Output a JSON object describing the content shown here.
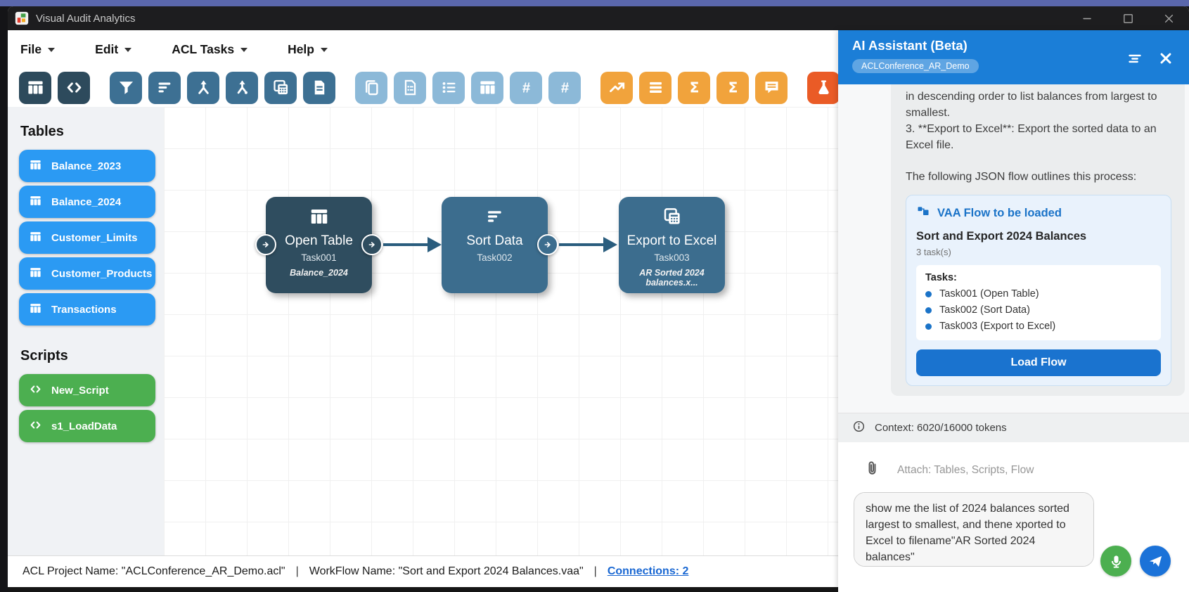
{
  "window": {
    "title": "Visual Audit Analytics"
  },
  "menu": {
    "items": [
      {
        "label": "File"
      },
      {
        "label": "Edit"
      },
      {
        "label": "ACL Tasks"
      },
      {
        "label": "Help"
      }
    ]
  },
  "toolbar": {
    "buttons": [
      {
        "name": "table",
        "icon": "table",
        "group": "dark"
      },
      {
        "name": "code",
        "icon": "code",
        "group": "dark"
      },
      {
        "name": "filter",
        "icon": "filter",
        "group": "steel"
      },
      {
        "name": "sort",
        "icon": "sort",
        "group": "steel"
      },
      {
        "name": "merge",
        "icon": "merge",
        "group": "steel"
      },
      {
        "name": "join",
        "icon": "merge-alt",
        "group": "steel"
      },
      {
        "name": "duplicate-table",
        "icon": "table-calc",
        "group": "steel"
      },
      {
        "name": "document",
        "icon": "document",
        "group": "steel"
      },
      {
        "name": "copy",
        "icon": "copy",
        "group": "light"
      },
      {
        "name": "file-report",
        "icon": "file-report",
        "group": "light"
      },
      {
        "name": "list",
        "icon": "list",
        "group": "light"
      },
      {
        "name": "table-view",
        "icon": "table",
        "group": "light"
      },
      {
        "name": "hash",
        "icon": "hash",
        "group": "light"
      },
      {
        "name": "hash-alt",
        "icon": "hash",
        "group": "light"
      },
      {
        "name": "trend",
        "icon": "trend",
        "group": "orange"
      },
      {
        "name": "summarize",
        "icon": "rows",
        "group": "orange"
      },
      {
        "name": "sigma",
        "icon": "sigma",
        "group": "orange"
      },
      {
        "name": "sigma-alt",
        "icon": "sigma",
        "group": "orange"
      },
      {
        "name": "comment",
        "icon": "comment",
        "group": "orange"
      },
      {
        "name": "flask",
        "icon": "flask",
        "group": "red"
      }
    ]
  },
  "sidebar": {
    "tables_heading": "Tables",
    "tables": [
      {
        "label": "Balance_2023"
      },
      {
        "label": "Balance_2024"
      },
      {
        "label": "Customer_Limits"
      },
      {
        "label": "Customer_Products"
      },
      {
        "label": "Transactions"
      }
    ],
    "scripts_heading": "Scripts",
    "scripts": [
      {
        "label": "New_Script"
      },
      {
        "label": "s1_LoadData"
      }
    ]
  },
  "canvas": {
    "nodes": [
      {
        "title": "Open Table",
        "task_id": "Task001",
        "subtitle": "Balance_2024"
      },
      {
        "title": "Sort Data",
        "task_id": "Task002",
        "subtitle": ""
      },
      {
        "title": "Export to Excel",
        "task_id": "Task003",
        "subtitle": "AR Sorted 2024 balances.x..."
      }
    ]
  },
  "assistant": {
    "title": "AI Assistant (Beta)",
    "context_pill": "ACLConference_AR_Demo",
    "message": {
      "continuation": "in descending order to list balances from largest to smallest.",
      "item3": "3. **Export to Excel**: Export the sorted data to an Excel file.",
      "outro": "The following JSON flow outlines this process:"
    },
    "flow_card": {
      "header": "VAA Flow to be loaded",
      "name": "Sort and Export 2024 Balances",
      "count": "3 task(s)",
      "tasks_label": "Tasks:",
      "tasks": [
        "Task001 (Open Table)",
        "Task002 (Sort Data)",
        "Task003 (Export to Excel)"
      ],
      "load_button": "Load Flow"
    },
    "context_status": "Context: 6020/16000 tokens",
    "attach_placeholder": "Attach: Tables, Scripts, Flow",
    "input_value": "show me the list of 2024 balances sorted largest to smallest, and thene xported to Excel to filename\"AR Sorted 2024 balances\""
  },
  "statusbar": {
    "project": "ACL Project Name: \"ACLConference_AR_Demo.acl\"",
    "sep": "|",
    "workflow": "WorkFlow Name: \"Sort and Export 2024 Balances.vaa\"",
    "connections": "Connections: 2"
  },
  "colors": {
    "accent_blue": "#2b9af3",
    "green": "#4caf50",
    "header_blue": "#1b7ed7",
    "node_dark": "#2f4d5f",
    "node_blue": "#3c6d8e",
    "toolbar_dark": "#2d4a5c",
    "toolbar_steel": "#3d7093",
    "toolbar_light": "#8cb9d8",
    "toolbar_orange": "#f1a33c",
    "toolbar_red": "#ea5b26",
    "link_blue": "#1967d2"
  }
}
